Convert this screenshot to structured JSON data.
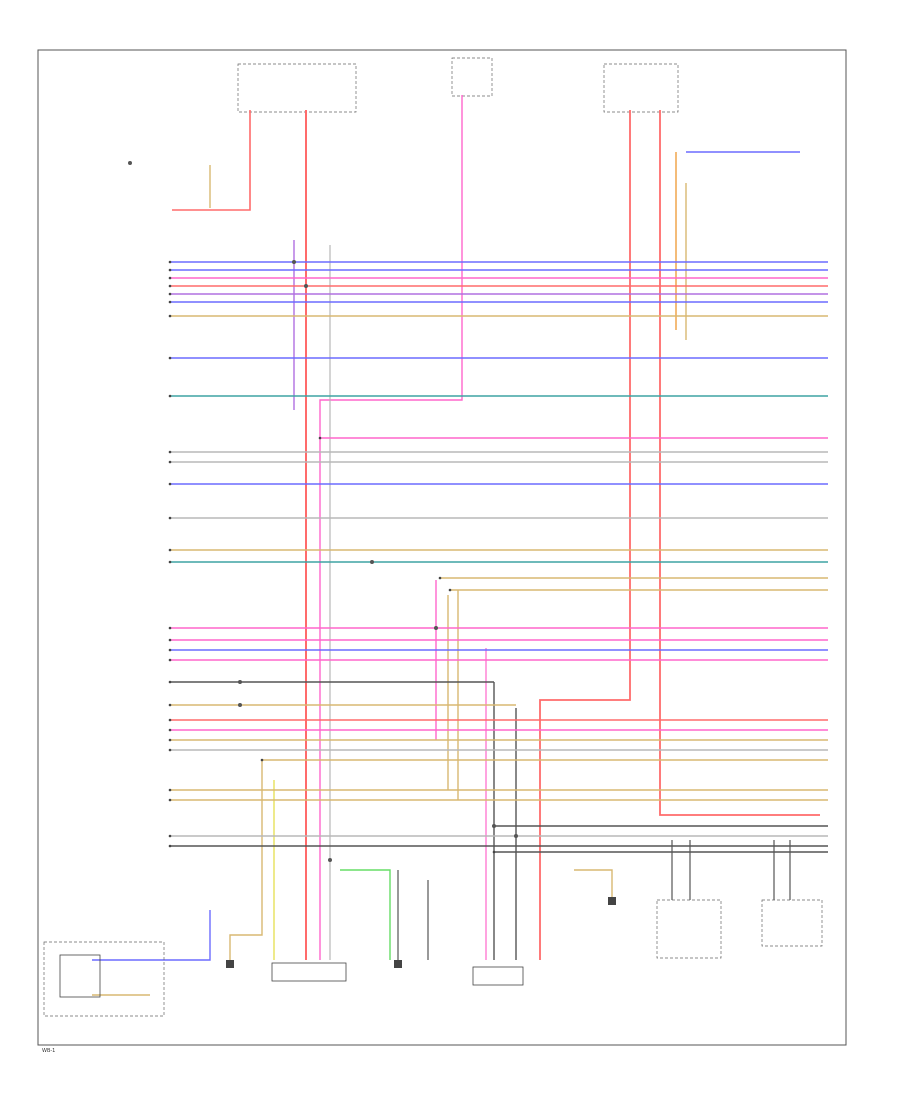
{
  "page_id": "WB-1",
  "colors": {
    "red": "#ff6b6b",
    "pink": "#ff66cc",
    "blue": "#6b6bff",
    "violet": "#b070e0",
    "tan": "#d8b872",
    "gray": "#b8b8b8",
    "black": "#555555",
    "green": "#66dd66",
    "teal": "#3fa3a3",
    "yellow": "#e6e05a",
    "orange": "#f0a040",
    "white": "#d8d8d8"
  },
  "wires": [
    {
      "color": "blue"
    },
    {
      "color": "blue"
    },
    {
      "color": "pink"
    },
    {
      "color": "red"
    },
    {
      "color": "violet"
    },
    {
      "color": "blue"
    },
    {
      "color": "tan"
    },
    {
      "color": "blue"
    },
    {
      "color": "teal"
    },
    {
      "color": "pink"
    },
    {
      "color": "gray"
    },
    {
      "color": "gray"
    },
    {
      "color": "blue"
    },
    {
      "color": "gray"
    },
    {
      "color": "tan"
    },
    {
      "color": "teal"
    },
    {
      "color": "tan"
    },
    {
      "color": "tan"
    },
    {
      "color": "pink"
    },
    {
      "color": "pink"
    },
    {
      "color": "blue"
    },
    {
      "color": "pink"
    },
    {
      "color": "black"
    },
    {
      "color": "tan"
    },
    {
      "color": "red"
    },
    {
      "color": "pink"
    },
    {
      "color": "tan"
    },
    {
      "color": "gray"
    },
    {
      "color": "tan"
    },
    {
      "color": "tan"
    },
    {
      "color": "tan"
    },
    {
      "color": "gray"
    },
    {
      "color": "black"
    },
    {
      "color": "black"
    },
    {
      "color": "black"
    }
  ]
}
